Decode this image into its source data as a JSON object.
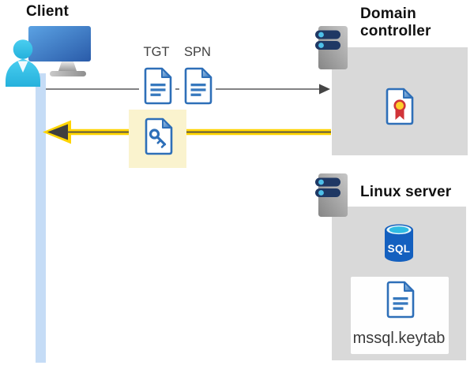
{
  "client": {
    "label": "Client"
  },
  "flow": {
    "tgt_label": "TGT",
    "spn_label": "SPN"
  },
  "domain_controller": {
    "label": "Domain controller"
  },
  "linux_server": {
    "label": "Linux server",
    "sql_label": "SQL",
    "keytab_label": "mssql.keytab"
  },
  "icons": {
    "client": "client-user-monitor-icon",
    "server": "server-icon",
    "tgt": "document-icon",
    "spn": "document-icon",
    "ticket": "key-document-icon",
    "certificate": "certificate-icon",
    "sql": "sql-database-icon",
    "keytab": "document-icon"
  },
  "colors": {
    "arrow_gray": "#58595B",
    "arrow_yellow": "#FFD400",
    "arrow_core_dark": "#4A4A4A",
    "highlight_yellow": "#FAF3CE",
    "lifeline_blue": "#C5DCF6",
    "box_gray": "#D9D9D9",
    "doc_blue": "#2E6FB8",
    "doc_line_blue": "#3779BE",
    "sql_blue": "#1460BF",
    "sql_cyan": "#2FBBE3",
    "person_teal": "#36C3E8",
    "server_navy": "#1F3864",
    "server_dot_cyan": "#4EC0E9",
    "cert_red": "#D13438",
    "cert_yellow": "#FFD02B"
  }
}
